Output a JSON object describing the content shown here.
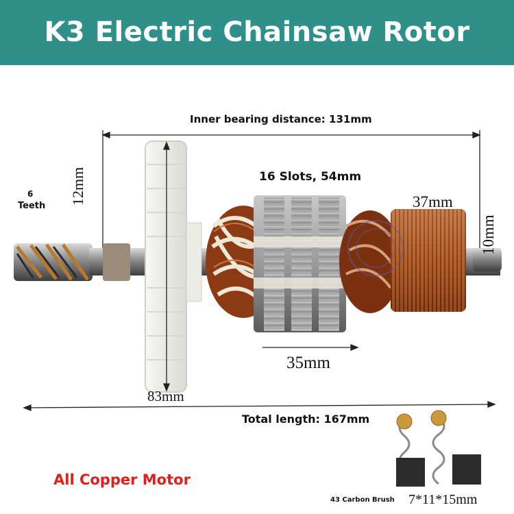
{
  "title": "K3 Electric Chainsaw Rotor",
  "colors": {
    "banner": "#2e9088",
    "accent_red": "#e0201b",
    "copper": "#b8602a"
  },
  "labels": {
    "inner_bearing": "Inner bearing distance: 131mm",
    "teeth_count": "6",
    "teeth_word": "Teeth",
    "shaft_dia": "12mm",
    "slots": "16 Slots, 54mm",
    "commutator_dia": "37mm",
    "end_dia": "10mm",
    "core_len": "35mm",
    "fan_dia": "83mm",
    "total_length": "Total length: 167mm",
    "feature": "All Copper Motor",
    "brush_name": "43 Carbon Brush",
    "brush_size": "7*11*15mm"
  }
}
